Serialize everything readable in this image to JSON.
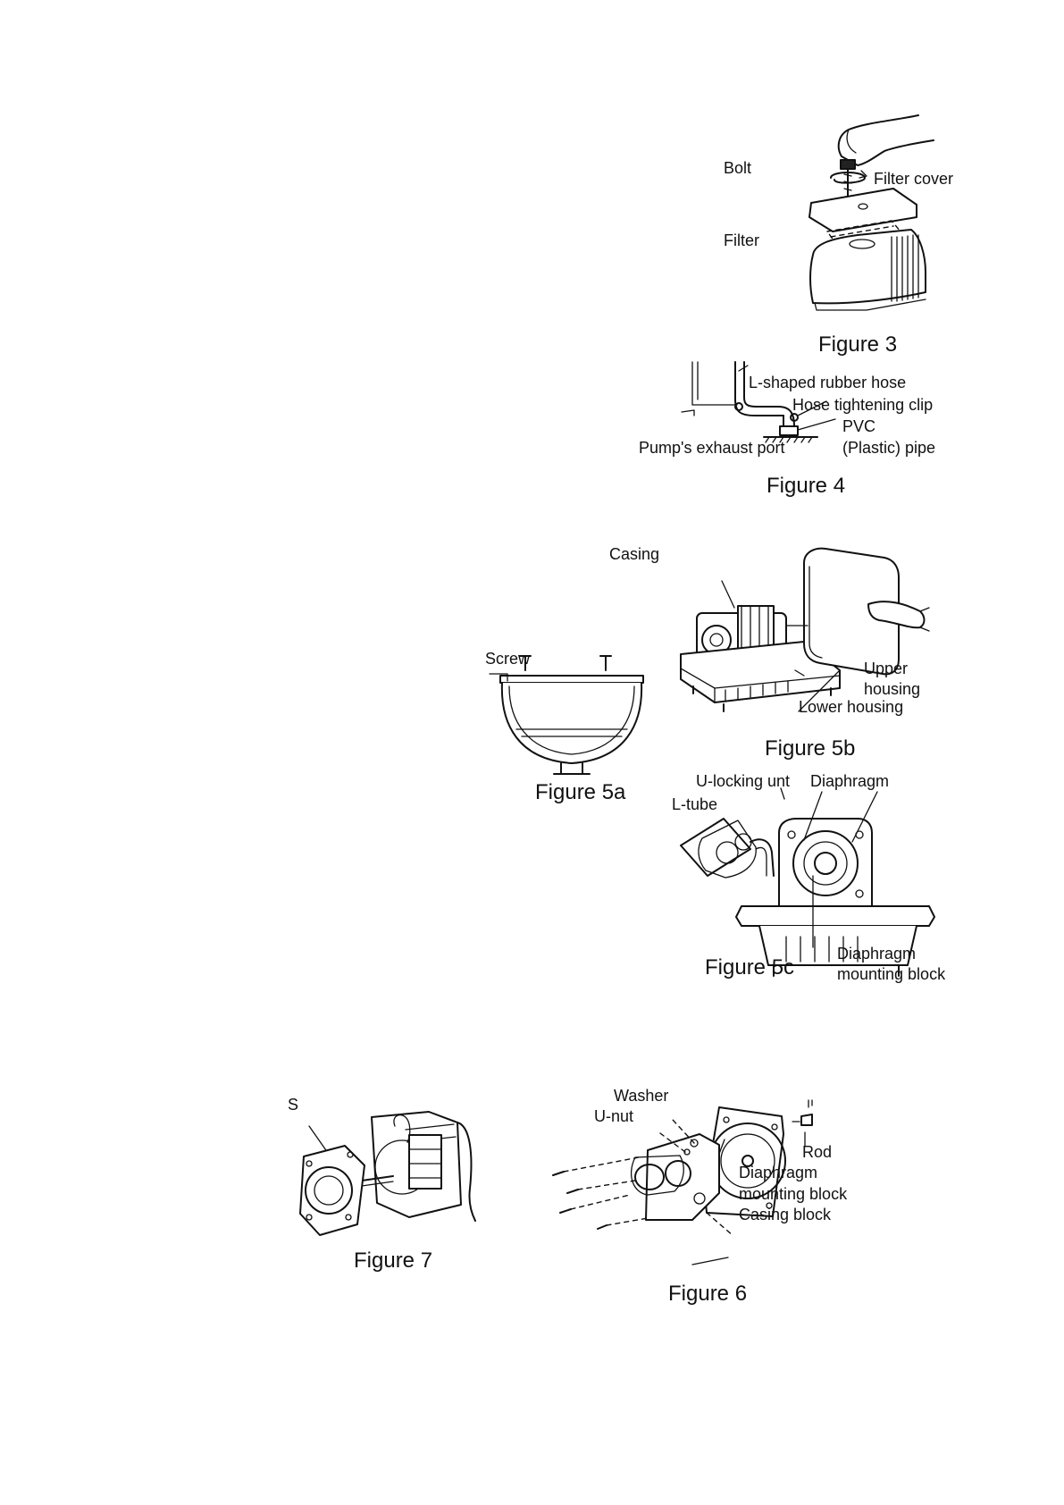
{
  "figure3": {
    "caption": "Figure 3",
    "labels": {
      "bolt": "Bolt",
      "filter_cover": "Filter cover",
      "filter": "Filter"
    }
  },
  "figure4": {
    "caption": "Figure 4",
    "labels": {
      "hose": "L-shaped rubber hose",
      "clip": "Hose tightening clip",
      "pvc": "PVC",
      "pipe": "(Plastic) pipe",
      "port": "Pump's exhaust port"
    }
  },
  "figure5a": {
    "caption": "Figure 5a",
    "labels": {
      "screw": "Screw"
    }
  },
  "figure5b": {
    "caption": "Figure 5b",
    "labels": {
      "casing": "Casing",
      "upper1": "Upper",
      "upper2": "housing",
      "lower": "Lower housing"
    }
  },
  "figure5c": {
    "caption": "Figure 5c",
    "labels": {
      "u_locking": "U-locking unt",
      "diaphragm": "Diaphragm",
      "ltube": "L-tube",
      "block1": "Diaphragm",
      "block2": "mounting block"
    }
  },
  "figure6": {
    "caption": "Figure 6",
    "labels": {
      "washer": "Washer",
      "unut": "U-nut",
      "rod": "Rod",
      "dm1": "Diaphragm",
      "dm2": "mounting block",
      "casing_block": "Casing block"
    }
  },
  "figure7": {
    "caption": "Figure 7",
    "labels": {
      "s": "S"
    }
  }
}
